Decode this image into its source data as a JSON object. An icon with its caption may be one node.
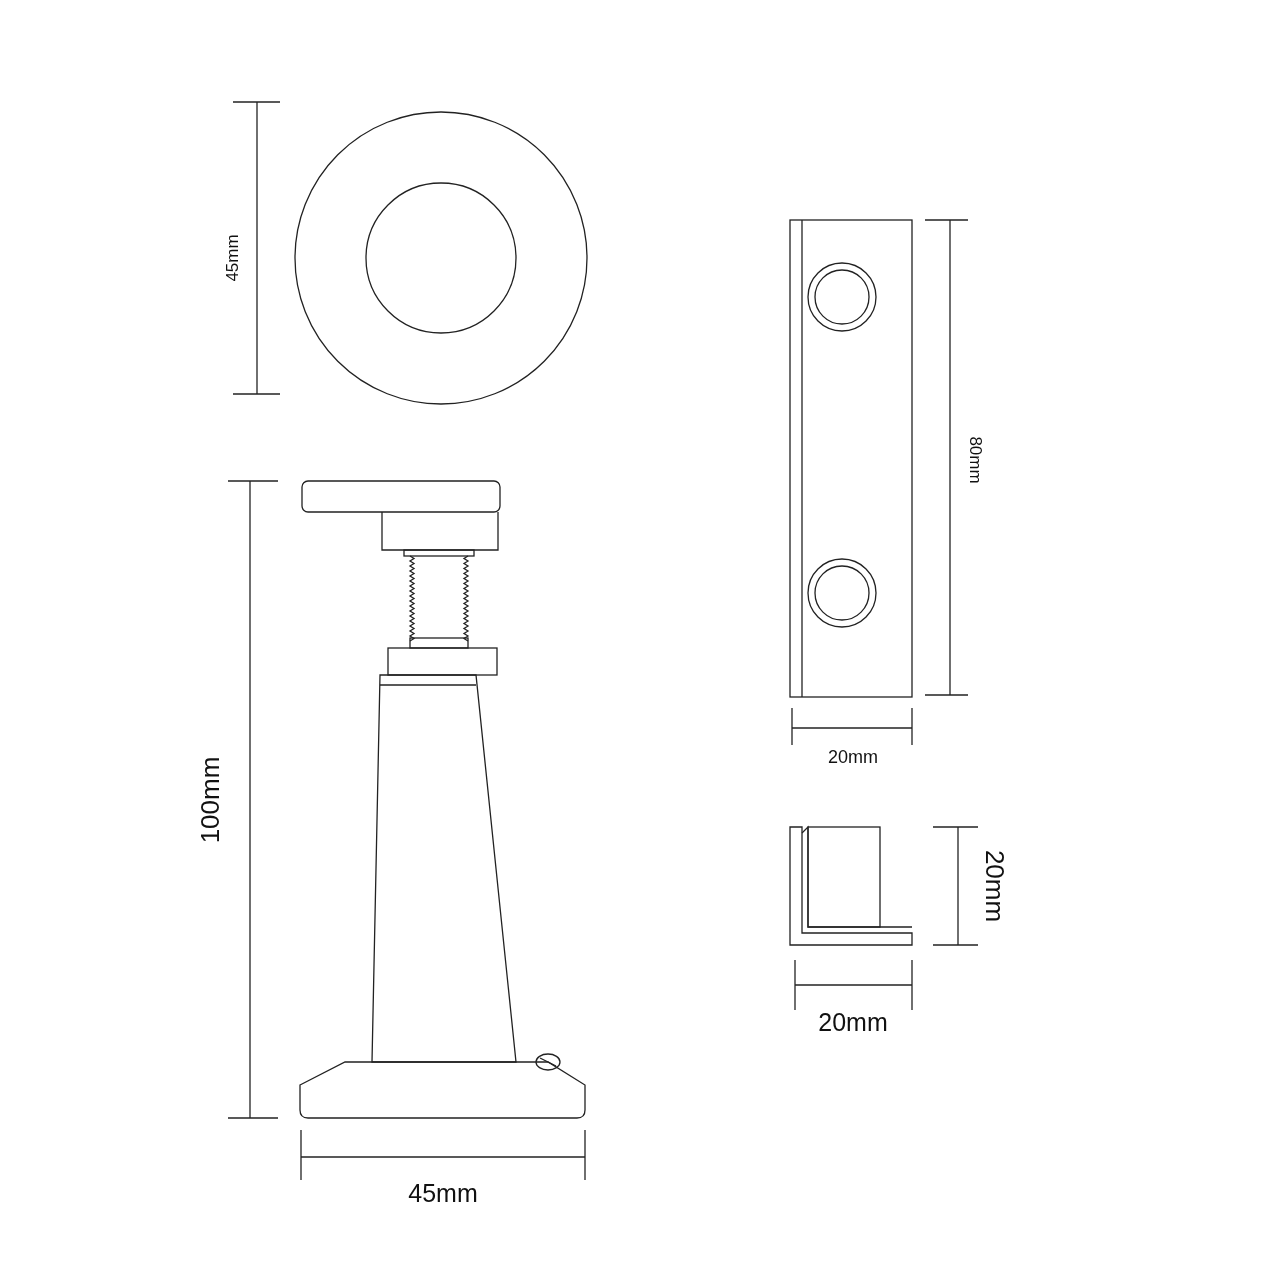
{
  "diagram": {
    "labels": [
      "45mm",
      "80mm",
      "20mm",
      "100mm",
      "20mm",
      "20mm",
      "45mm"
    ]
  }
}
